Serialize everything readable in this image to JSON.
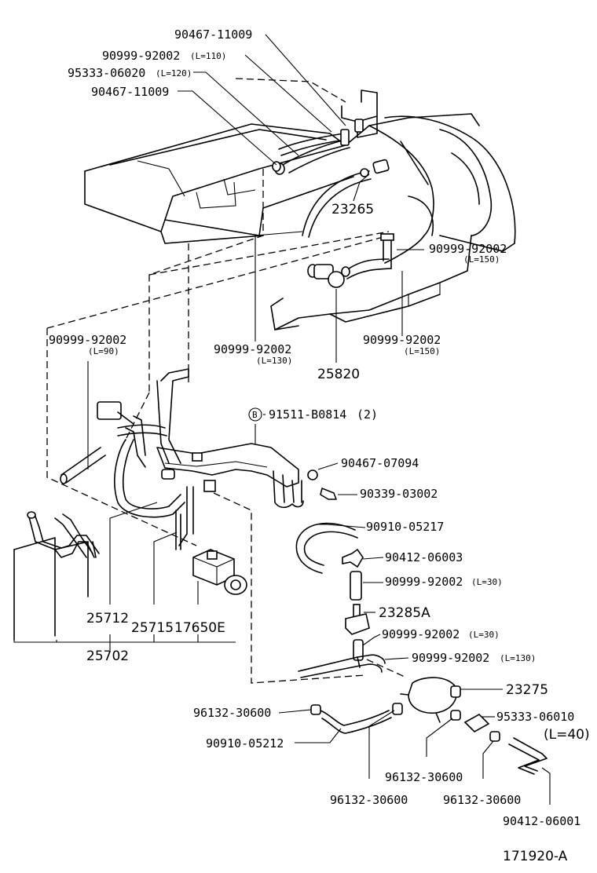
{
  "diagram_id": "171920-A",
  "callouts": [
    {
      "part": "90467-11009",
      "note": ""
    },
    {
      "part": "90999-92002",
      "note": "(L=110)"
    },
    {
      "part": "95333-06020",
      "note": "(L=120)"
    },
    {
      "part": "90467-11009",
      "note": ""
    },
    {
      "part": "23265",
      "note": ""
    },
    {
      "part": "90999-92002",
      "note": "(L=150)"
    },
    {
      "part": "90999-92002",
      "note": "(L=90)"
    },
    {
      "part": "90999-92002",
      "note": "(L=130)"
    },
    {
      "part": "90999-92002",
      "note": "(L=150)"
    },
    {
      "part": "25820",
      "note": ""
    },
    {
      "part": "91511-B0814",
      "note": "(2)"
    },
    {
      "part": "90467-07094",
      "note": ""
    },
    {
      "part": "90339-03002",
      "note": ""
    },
    {
      "part": "90910-05217",
      "note": ""
    },
    {
      "part": "90412-06003",
      "note": ""
    },
    {
      "part": "90999-92002",
      "note": "(L=30)"
    },
    {
      "part": "23285A",
      "note": ""
    },
    {
      "part": "90999-92002",
      "note": "(L=30)"
    },
    {
      "part": "90999-92002",
      "note": "(L=130)"
    },
    {
      "part": "25712",
      "note": ""
    },
    {
      "part": "25715",
      "note": ""
    },
    {
      "part": "17650E",
      "note": ""
    },
    {
      "part": "25702",
      "note": ""
    },
    {
      "part": "23275",
      "note": ""
    },
    {
      "part": "96132-30600",
      "note": ""
    },
    {
      "part": "95333-06010",
      "note": "(L=40)"
    },
    {
      "part": "90910-05212",
      "note": ""
    },
    {
      "part": "96132-30600",
      "note": ""
    },
    {
      "part": "96132-30600",
      "note": ""
    },
    {
      "part": "96132-30600",
      "note": ""
    },
    {
      "part": "90412-06001",
      "note": ""
    }
  ],
  "bolt_marker": "B"
}
